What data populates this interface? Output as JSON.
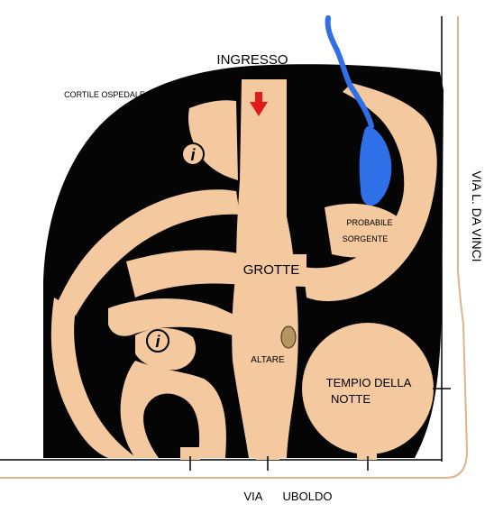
{
  "labels": {
    "ingresso": "INGRESSO",
    "cortile": "CORTILE OSPEDALE",
    "via_da_vinci": "VIA L. DA VINCI",
    "probabile": "PROBABILE",
    "sorgente": "SORGENTE",
    "grotte": "GROTTE",
    "altare": "ALTARE",
    "tempio_line1": "TEMPIO DELLA",
    "tempio_line2": "NOTTE",
    "via": "VIA",
    "uboldo": "UBOLDO"
  },
  "info_symbol": "i",
  "icons": [
    "info-icon",
    "entrance-arrow-icon"
  ],
  "colors": {
    "rock": "#050505",
    "tunnel": "#f4c9a0",
    "water": "#2f6fe8",
    "entrance_arrow": "#e01b1b",
    "altar_stone": "#b59560",
    "street_line": "#000000",
    "right_border": "#e0b48a"
  }
}
